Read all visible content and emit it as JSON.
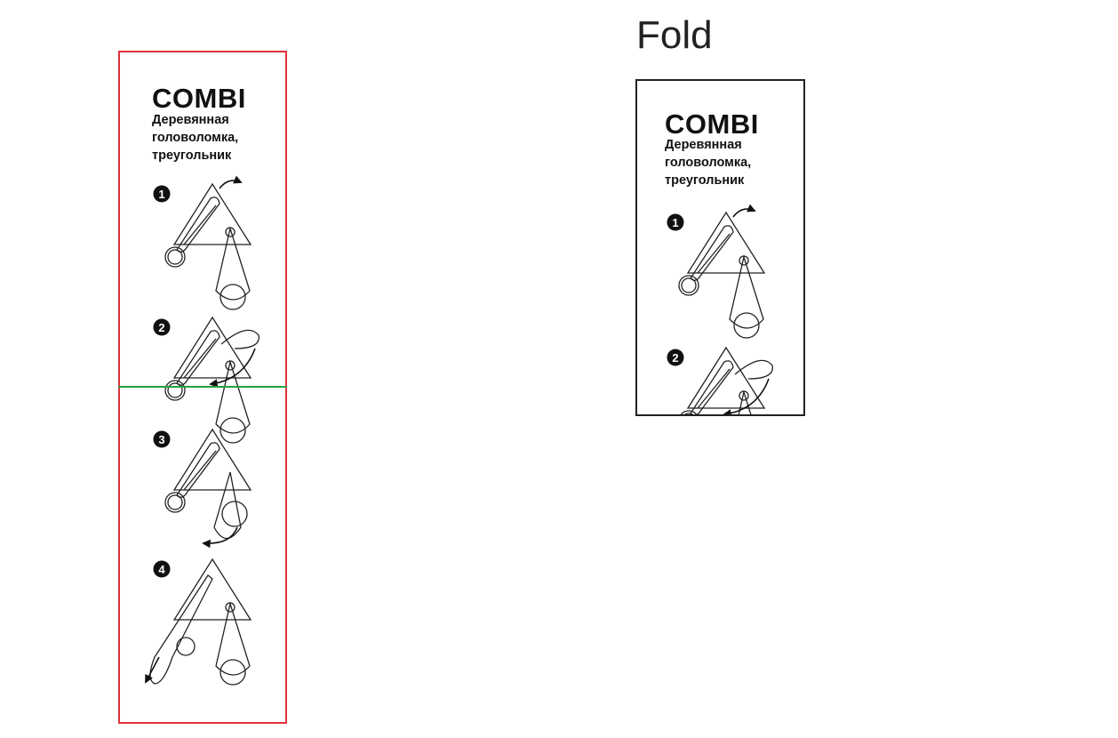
{
  "left_panel": {
    "title": "COMBI",
    "subtitle_lines": [
      "Деревянная",
      "головоломка,",
      "треугольник"
    ],
    "steps": [
      "1",
      "2",
      "3",
      "4"
    ]
  },
  "right_panel": {
    "label": "Fold",
    "title": "COMBI",
    "subtitle_lines": [
      "Деревянная",
      "головоломка,",
      "треугольник"
    ],
    "steps": [
      "1",
      "2"
    ]
  },
  "colors": {
    "left_border": "#e0323a",
    "fold_line": "#22a33a",
    "right_border": "#222222"
  }
}
